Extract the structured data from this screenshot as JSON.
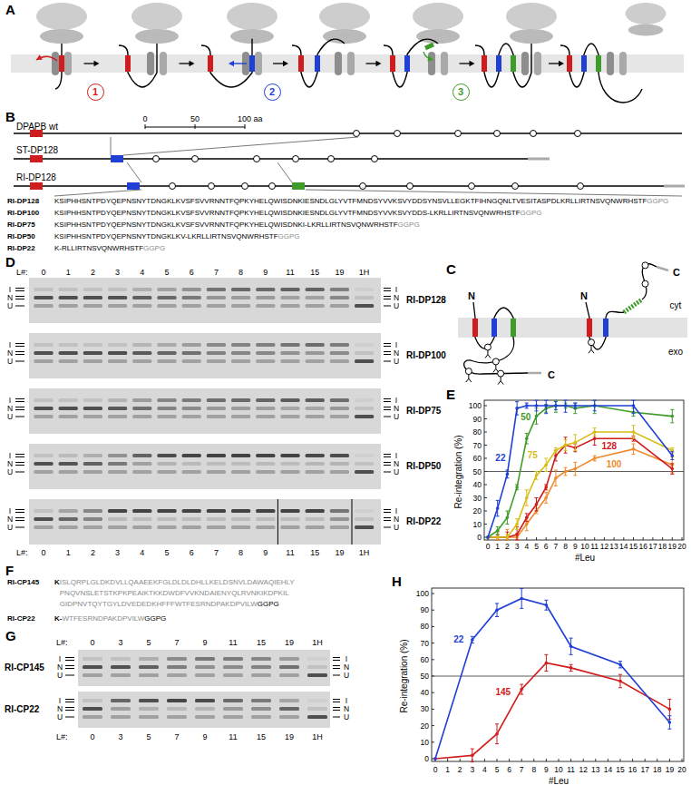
{
  "diagram": {
    "nodes": [
      {
        "text": [
          "1"
        ]
      },
      {
        "text": [
          "2"
        ]
      },
      {
        "text": [
          "3"
        ]
      }
    ],
    "labels": [
      "A",
      "B",
      "DPAPB wt",
      "0",
      "50",
      "100 aa",
      "ST-DP128",
      "RI-DP128",
      "RI-DP128",
      "KSIPHHSNTPDYQEPNSNYTDNGKLKVSFSVVRNNTFQPKYHELQWISDNKIESNDLGLYVTFMNDSYVVKSVYDDSYNSVLLEGKTFIHNGQNLTVESITASPDLKRLLIRTNSVQNWRHSTF",
      "GGPG",
      "RI-DP100",
      "KSIPHHSNTPDYQEPNSNYTDNGKLKVSFSVVRNNTFQPKYHELQWISDNKIESNDLGLYVTFMNDSYVVKSVYDDS-LKRLLIRTNSVQNWRHSTF",
      "GGPG",
      "RI-DP75",
      "KSIPHHSNTPDYQEPNSNYTDNGKLKVSFSVVRNNTFQPKYHELQWISDNKI-LKRLLIRTNSVQNWRHSTF",
      "GGPG",
      "RI-DP50",
      "KSIPHHSNTPDYQEPNSNYTDNGKLKV-LKRLLIRTNSVQNWRHSTF",
      "GGPG",
      "RI-DP22",
      "K-RLLIRTNSVQNWRHSTF",
      "GGPG",
      "C",
      "N",
      "C",
      "N",
      "C",
      "cyt",
      "exo",
      "D",
      "L#:",
      "0",
      "1",
      "2",
      "3",
      "4",
      "5",
      "6",
      "7",
      "8",
      "9",
      "11",
      "15",
      "19",
      "1H",
      "RI-DP128",
      "I",
      "N",
      "U",
      "I",
      "N",
      "U",
      "RI-DP100",
      "I",
      "N",
      "U",
      "I",
      "N",
      "U",
      "RI-DP75",
      "I",
      "N",
      "U",
      "I",
      "N",
      "U",
      "RI-DP50",
      "I",
      "N",
      "U",
      "I",
      "N",
      "U",
      "RI-DP22",
      "I",
      "N",
      "U",
      "I",
      "N",
      "U",
      "L#:",
      "0",
      "1",
      "2",
      "3",
      "4",
      "5",
      "6",
      "7",
      "8",
      "9",
      "11",
      "15",
      "19",
      "1H",
      "E",
      "0",
      "10",
      "20",
      "30",
      "40",
      "50",
      "60",
      "70",
      "80",
      "90",
      "100",
      "Re-integration (%)",
      "0",
      "1",
      "2",
      "3",
      "4",
      "5",
      "6",
      "7",
      "8",
      "9",
      "10",
      "11",
      "12",
      "13",
      "14",
      "15",
      "16",
      "17",
      "18",
      "19",
      "20",
      "#Leu",
      "22",
      "50",
      "75",
      "128",
      "100",
      "F",
      "RI-CP145",
      "K",
      "ISLQRPLGLDKDVLLQAAEEKFGLDLDLDHLLKELDSNVLDAWAQIEHLY",
      "PNQVNSLETSTKPKPEAIKTKKDWDFVVKNDAIENYQLRVNKIKDPKIL",
      "GIDPNVTQYTGYLDVEDEDKHFFFWTFESRNDPAKDPVILW",
      "GGPG",
      "RI-CP22",
      "K-",
      "WTFESRNDPAKDPVILW",
      "GGPG",
      "G",
      "L#:",
      "0",
      "3",
      "5",
      "7",
      "9",
      "11",
      "15",
      "19",
      "1H",
      "RI-CP145",
      "I",
      "N",
      "U",
      "I",
      "N",
      "U",
      "RI-CP22",
      "I",
      "N",
      "U",
      "I",
      "N",
      "U",
      "L#:",
      "0",
      "3",
      "5",
      "7",
      "9",
      "11",
      "15",
      "19",
      "1H",
      "H",
      "0",
      "10",
      "20",
      "30",
      "40",
      "50",
      "60",
      "70",
      "80",
      "90",
      "100",
      "Re-integration (%)",
      "0",
      "1",
      "2",
      "3",
      "4",
      "5",
      "6",
      "7",
      "8",
      "9",
      "10",
      "11",
      "12",
      "13",
      "14",
      "15",
      "16",
      "17",
      "18",
      "19",
      "20",
      "#Leu",
      "22",
      "145"
    ]
  }
}
